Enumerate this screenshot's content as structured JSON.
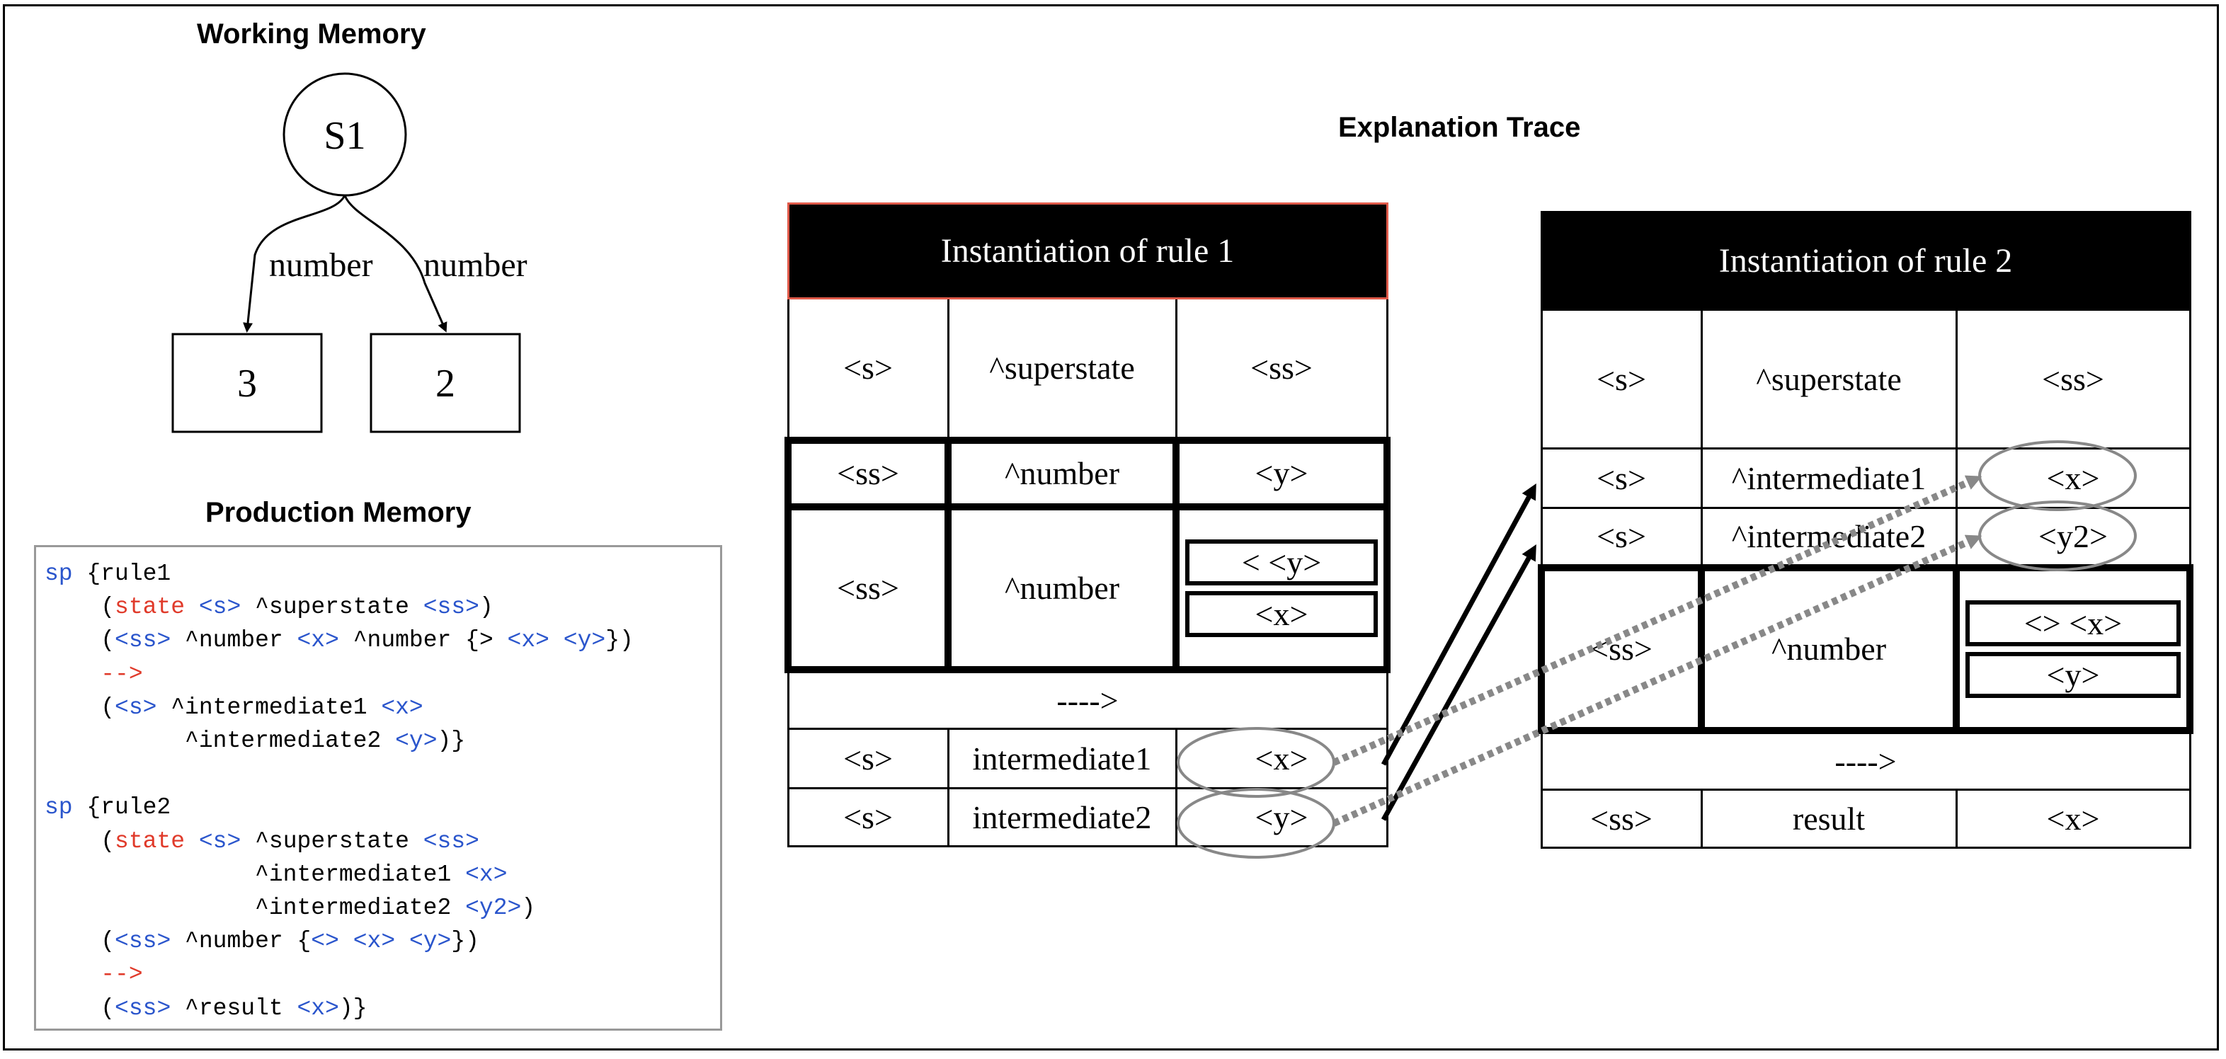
{
  "working_memory": {
    "heading": "Working Memory",
    "root": "S1",
    "edges": [
      "number",
      "number"
    ],
    "children": [
      "3",
      "2"
    ]
  },
  "production_memory": {
    "heading": "Production Memory",
    "code_lines": [
      [
        {
          "t": "sp",
          "c": "kw"
        },
        {
          "t": " {rule1"
        }
      ],
      [
        {
          "t": "    ("
        },
        {
          "t": "state",
          "c": "st"
        },
        {
          "t": " "
        },
        {
          "t": "<s>",
          "c": "var"
        },
        {
          "t": " ^superstate "
        },
        {
          "t": "<ss>",
          "c": "var"
        },
        {
          "t": ")"
        }
      ],
      [
        {
          "t": "    ("
        },
        {
          "t": "<ss>",
          "c": "var"
        },
        {
          "t": " ^number "
        },
        {
          "t": "<x>",
          "c": "var"
        },
        {
          "t": " ^number {> "
        },
        {
          "t": "<x>",
          "c": "var"
        },
        {
          "t": " "
        },
        {
          "t": "<y>",
          "c": "var"
        },
        {
          "t": "})"
        }
      ],
      [
        {
          "t": "    "
        },
        {
          "t": "-->",
          "c": "arrow"
        }
      ],
      [
        {
          "t": "    ("
        },
        {
          "t": "<s>",
          "c": "var"
        },
        {
          "t": " ^intermediate1 "
        },
        {
          "t": "<x>",
          "c": "var"
        }
      ],
      [
        {
          "t": "          ^intermediate2 "
        },
        {
          "t": "<y>",
          "c": "var"
        },
        {
          "t": ")}"
        }
      ],
      [
        {
          "t": ""
        }
      ],
      [
        {
          "t": "sp",
          "c": "kw"
        },
        {
          "t": " {rule2"
        }
      ],
      [
        {
          "t": "    ("
        },
        {
          "t": "state",
          "c": "st"
        },
        {
          "t": " "
        },
        {
          "t": "<s>",
          "c": "var"
        },
        {
          "t": " ^superstate "
        },
        {
          "t": "<ss>",
          "c": "var"
        }
      ],
      [
        {
          "t": "               ^intermediate1 "
        },
        {
          "t": "<x>",
          "c": "var"
        }
      ],
      [
        {
          "t": "               ^intermediate2 "
        },
        {
          "t": "<y2>",
          "c": "var"
        },
        {
          "t": ")"
        }
      ],
      [
        {
          "t": "    ("
        },
        {
          "t": "<ss>",
          "c": "var"
        },
        {
          "t": " ^number {"
        },
        {
          "t": "<>",
          "c": "var"
        },
        {
          "t": " "
        },
        {
          "t": "<x>",
          "c": "var"
        },
        {
          "t": " "
        },
        {
          "t": "<y>",
          "c": "var"
        },
        {
          "t": "})"
        }
      ],
      [
        {
          "t": "    "
        },
        {
          "t": "-->",
          "c": "arrow"
        }
      ],
      [
        {
          "t": "    ("
        },
        {
          "t": "<ss>",
          "c": "var"
        },
        {
          "t": " ^result "
        },
        {
          "t": "<x>",
          "c": "var"
        },
        {
          "t": ")}"
        }
      ]
    ]
  },
  "explanation_trace": {
    "heading": "Explanation Trace",
    "rule1": {
      "title": "Instantiation of rule 1",
      "row1": [
        "<s>",
        "^superstate",
        "<ss>"
      ],
      "row2": [
        "<ss>",
        "^number",
        "<y>"
      ],
      "row3": [
        "<ss>",
        "^number"
      ],
      "row3_values": [
        "< <y>",
        "<x>"
      ],
      "arrow": "---->",
      "result_rows": [
        [
          "<s>",
          "intermediate1",
          "<x>"
        ],
        [
          "<s>",
          "intermediate2",
          "<y>"
        ]
      ]
    },
    "rule2": {
      "title": "Instantiation of rule 2",
      "row1": [
        "<s>",
        "^superstate",
        "<ss>"
      ],
      "row2": [
        "<s>",
        "^intermediate1",
        "<x>"
      ],
      "row3": [
        "<s>",
        "^intermediate2",
        "<y2>"
      ],
      "row4": [
        "<ss>",
        "^number"
      ],
      "row4_values": [
        "<> <x>",
        "<y>"
      ],
      "arrow": "---->",
      "result_row": [
        "<ss>",
        "result",
        "<x>"
      ]
    }
  },
  "colors": {
    "keyword": "#2a55cc",
    "state": "#e03a2a",
    "highlight_border": "#e05a4a",
    "dotted_arrow": "#888888"
  }
}
